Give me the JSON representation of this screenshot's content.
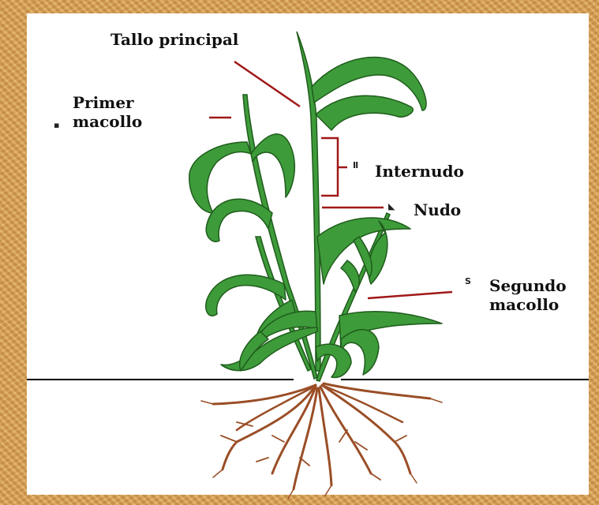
{
  "labels": {
    "main_stem": "Tallo principal",
    "first_tiller": "Primer\nmacollo",
    "internode": "Internudo",
    "node": "Nudo",
    "second_tiller": "Segundo\nmacollo"
  },
  "colors": {
    "frame": "#d6a055",
    "leaf": "#3e9b3a",
    "leaf_outline": "#1f5c1c",
    "root": "#9a4e26",
    "pointer": "#a01818"
  }
}
